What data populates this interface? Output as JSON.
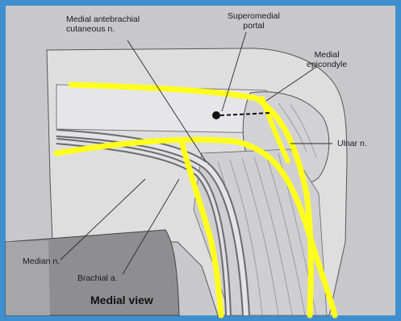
{
  "labels": {
    "medial_antebrachial_cutaneous_line1": "Medial antebrachial",
    "medial_antebrachial_cutaneous_line2": "cutaneous n.",
    "superomedial_portal_line1": "Superomedial",
    "superomedial_portal_line2": "portal",
    "medial_epicondyle_line1": "Medial",
    "medial_epicondyle_line2": "epicondyle",
    "ulnar_nerve": "Ulnar n.",
    "median_nerve": "Median n.",
    "brachial_artery": "Brachial a."
  },
  "view_title": "Medial view",
  "colors": {
    "frame_blue": "#3f8fcf",
    "background_gray": "#c7c7c9",
    "arm_light_gray": "#dcdcde",
    "nerve_yellow": "#ffff1c",
    "leader_line": "#2a2a2a"
  }
}
